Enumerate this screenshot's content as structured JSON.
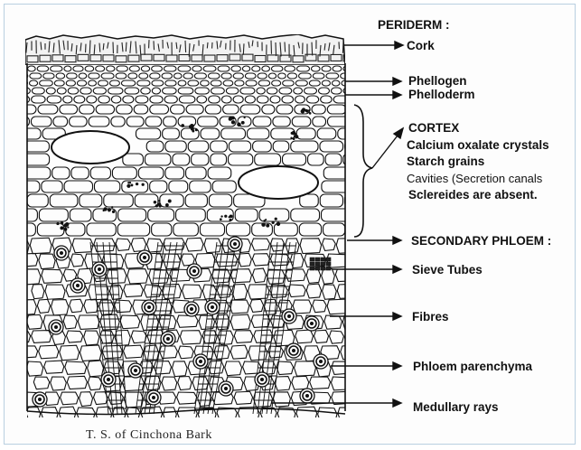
{
  "caption": "T. S. of Cinchona Bark",
  "labels": {
    "periderm": "PERIDERM :",
    "cork": "Cork",
    "phellogen": "Phellogen",
    "phelloderm": "Phelloderm",
    "cortex": "CORTEX",
    "calcium": "Calcium oxalate crystals",
    "starch": "Starch grains",
    "cavities": "Cavities (Secretion canals",
    "sclereides": "Sclereides are absent.",
    "secondary_phloem": "SECONDARY PHLOEM :",
    "sieve": "Sieve Tubes",
    "fibres": "Fibres",
    "phloem_parenchyma": "Phloem parenchyma",
    "medullary": "Medullary rays"
  },
  "colors": {
    "ink": "#111111",
    "frame": "#b9cfe0"
  }
}
